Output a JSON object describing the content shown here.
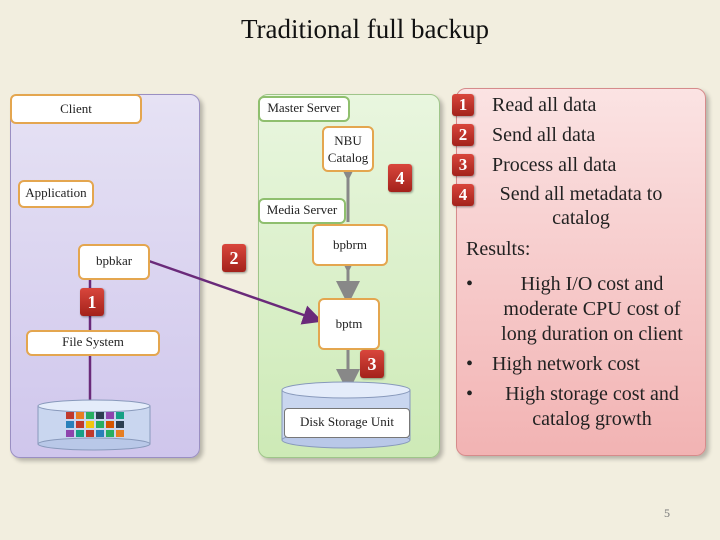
{
  "title": "Traditional full backup",
  "client": {
    "label": "Client",
    "application": "Application",
    "bpbkar": "bpbkar",
    "file_system": "File System"
  },
  "server": {
    "master_label": "Master Server",
    "catalog": [
      "NBU",
      "Catalog"
    ],
    "media_label": "Media Server",
    "bpbrm": "bpbrm",
    "bptm": "bptm",
    "disk_storage_unit": "Disk Storage Unit"
  },
  "diagram_badges": [
    "1",
    "2",
    "3",
    "4"
  ],
  "steps": [
    {
      "num": "1",
      "text": "Read all data"
    },
    {
      "num": "2",
      "text": "Send all data"
    },
    {
      "num": "3",
      "text": "Process all data"
    },
    {
      "num": "4",
      "text_lines": [
        "Send all metadata to",
        "catalog"
      ]
    }
  ],
  "results": {
    "heading": "Results:",
    "items": [
      {
        "bullet": "•",
        "lines": [
          "High I/O cost and",
          "moderate CPU cost of",
          "long duration on client"
        ]
      },
      {
        "bullet": "•",
        "lines": [
          "High network cost"
        ]
      },
      {
        "bullet": "•",
        "lines": [
          "High storage cost and",
          "catalog growth"
        ]
      }
    ]
  },
  "page_number": "5",
  "colors": {
    "client_panel": "#cfc6ec",
    "server_panel": "#cdeab6",
    "right_panel": "#f2b3b3",
    "badge": "#b8281f",
    "connector": "#6a2a7a"
  }
}
